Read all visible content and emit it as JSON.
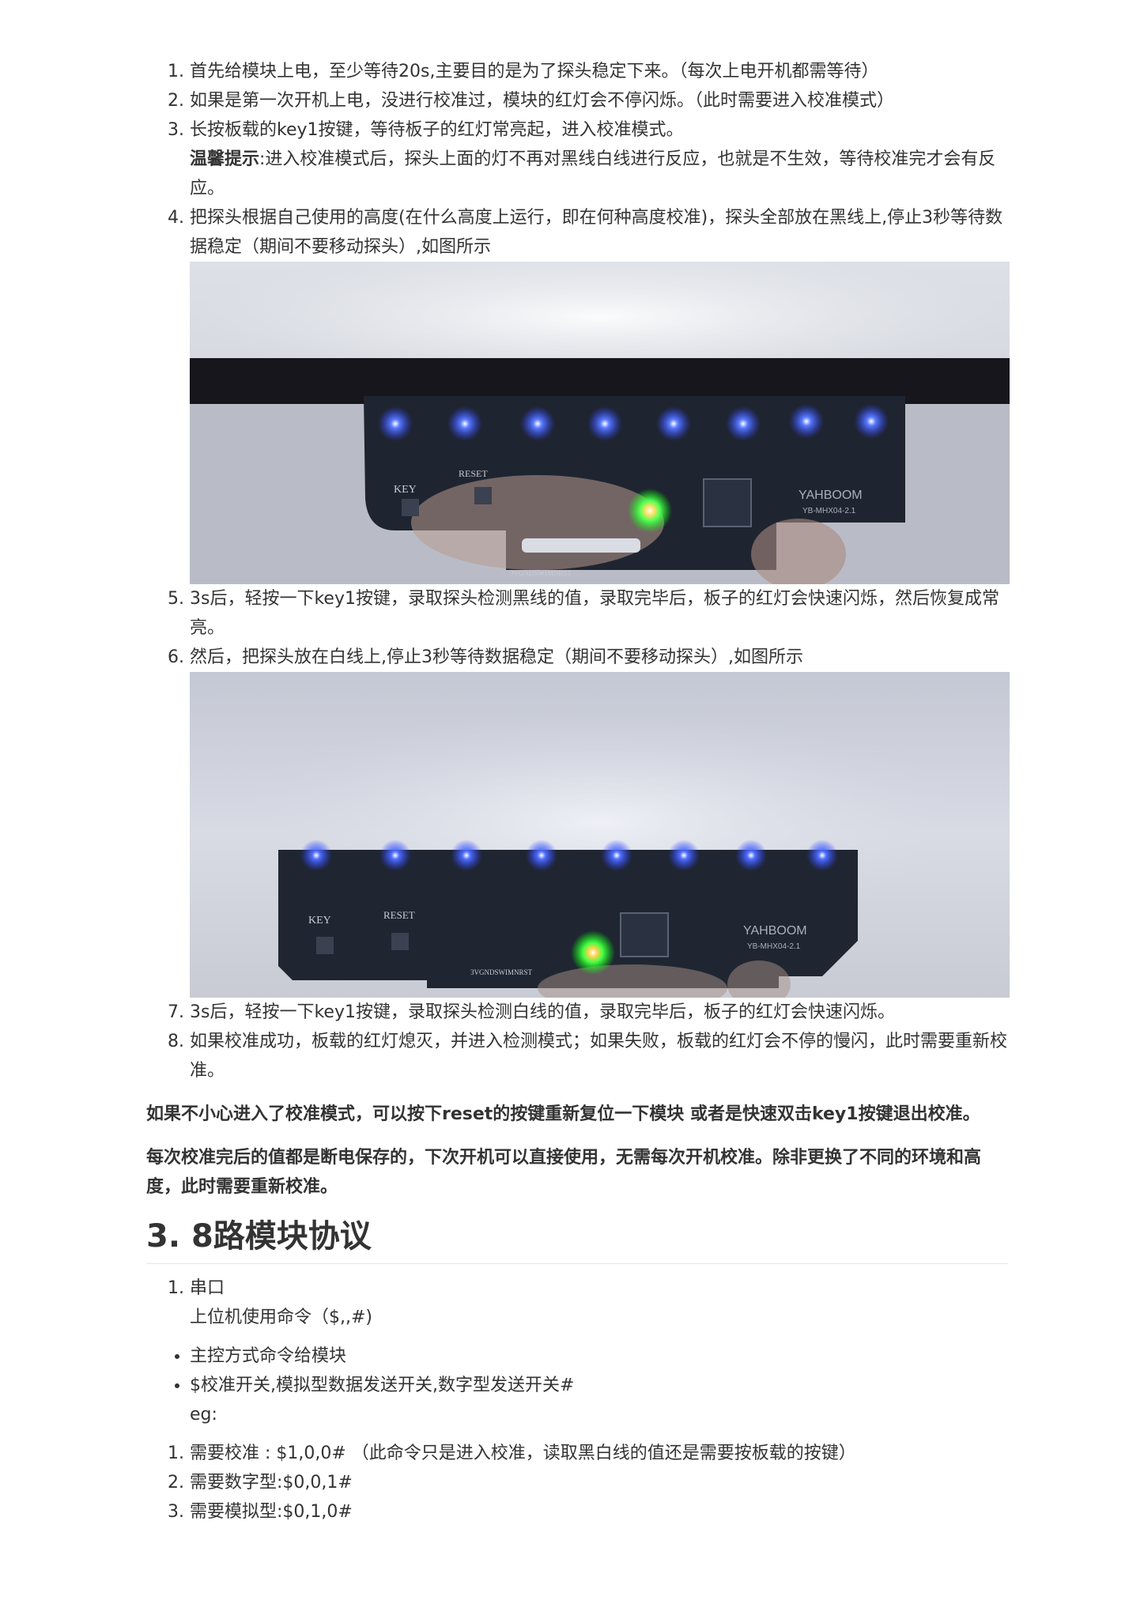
{
  "steps_a": [
    {
      "num": 1,
      "text": "首先给模块上电，至少等待20s,主要目的是为了探头稳定下来。（每次上电开机都需等待）"
    },
    {
      "num": 2,
      "text": "如果是第一次开机上电，没进行校准过，模块的红灯会不停闪烁。（此时需要进入校准模式）"
    },
    {
      "num": 3,
      "text": "长按板载的key1按键，等待板子的红灯常亮起，进入校准模式。",
      "tip_label": "温馨提示",
      "tip_text": ":进入校准模式后，探头上面的灯不再对黑线白线进行反应，也就是不生效，等待校准完才会有反应。"
    },
    {
      "num": 4,
      "text": "把探头根据自己使用的高度(在什么高度上运行，即在何种高度校准)，探头全部放在黑线上,停止3秒等待数据稳定（期间不要移动探头）,如图所示"
    }
  ],
  "photo1": {
    "key": "KEY",
    "reset": "RESET",
    "brand": "YAHBOOM",
    "model": "YB-MHX04-2.1",
    "pins": "3VGNDSWIMNRST"
  },
  "steps_b": [
    {
      "num": 5,
      "text": "3s后，轻按一下key1按键，录取探头检测黑线的值，录取完毕后，板子的红灯会快速闪烁，然后恢复成常亮。"
    },
    {
      "num": 6,
      "text": "然后，把探头放在白线上,停止3秒等待数据稳定（期间不要移动探头）,如图所示"
    }
  ],
  "photo2": {
    "key": "KEY",
    "reset": "RESET",
    "brand": "YAHBOOM",
    "model": "YB-MHX04-2.1",
    "pins": "3VGNDSWIMNRST"
  },
  "steps_c": [
    {
      "num": 7,
      "text": "3s后，轻按一下key1按键，录取探头检测白线的值，录取完毕后，板子的红灯会快速闪烁。"
    },
    {
      "num": 8,
      "text": "如果校准成功，板载的红灯熄灭，并进入检测模式；如果失败，板载的红灯会不停的慢闪，此时需要重新校准。"
    }
  ],
  "note1": "如果不小心进入了校准模式，可以按下reset的按键重新复位一下模块 或者是快速双击key1按键退出校准。",
  "note2": "每次校准完后的值都是断电保存的，下次开机可以直接使用，无需每次开机校准。除非更换了不同的环境和高度，此时需要重新校准。",
  "section_title": "3. 8路模块协议",
  "protocol": {
    "item1_title": "串口",
    "item1_sub": "上位机使用命令（$,,#)"
  },
  "bullets": [
    {
      "text": "主控方式命令给模块"
    },
    {
      "text": "$校准开关,模拟型数据发送开关,数字型发送开关#",
      "sub": "eg:"
    }
  ],
  "examples": [
    {
      "num": 1,
      "text": "需要校准 : $1,0,0#  （此命令只是进入校准，读取黑白线的值还是需要按板载的按键）"
    },
    {
      "num": 2,
      "text": "需要数字型:$0,0,1#"
    },
    {
      "num": 3,
      "text": "需要模拟型:$0,1,0#"
    }
  ]
}
